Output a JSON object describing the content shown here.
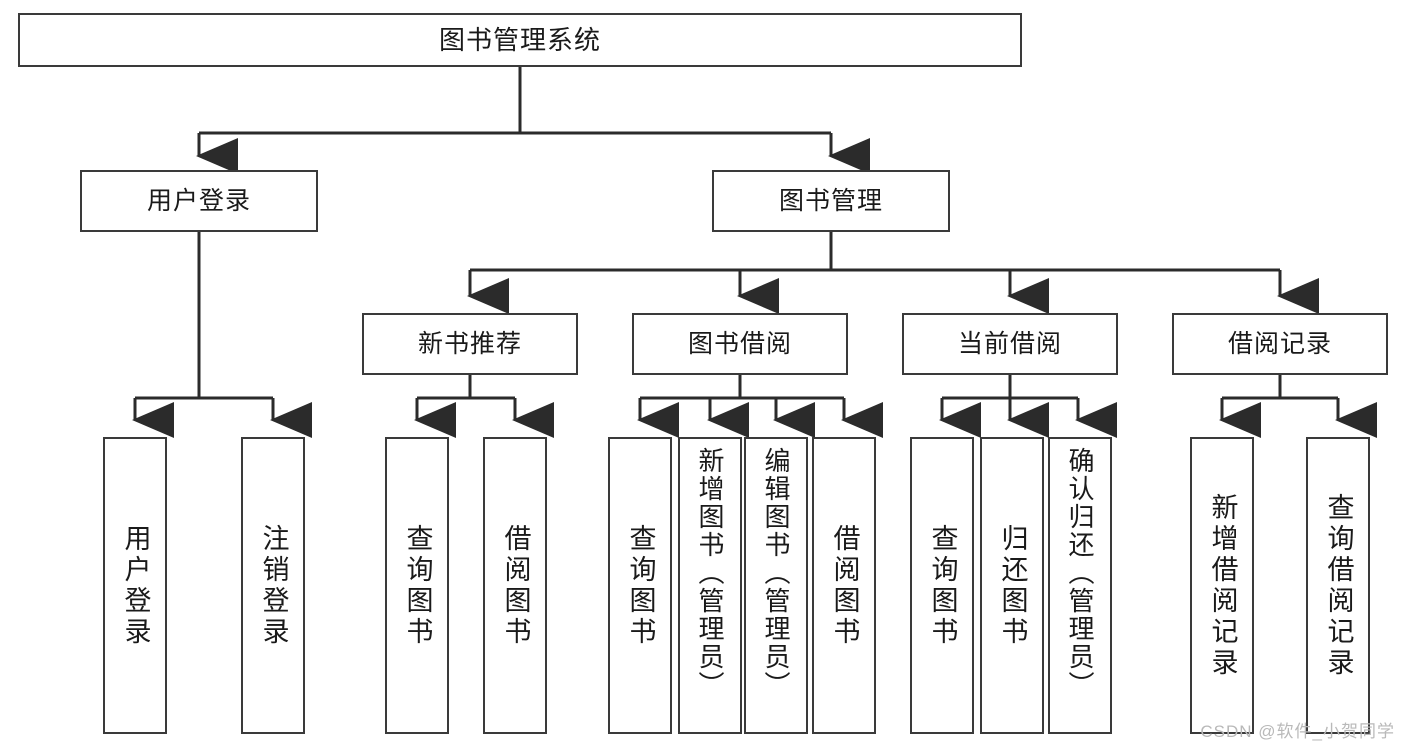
{
  "diagram": {
    "type": "tree",
    "title": "图书管理系统",
    "colors": {
      "box_border": "#3a3a3a",
      "box_fill": "#ffffff",
      "connector": "#2b2b2b",
      "text": "#1a1a1a",
      "watermark": "#b9b9b9"
    },
    "root": {
      "label": "图书管理系统"
    },
    "level1": [
      {
        "label": "用户登录"
      },
      {
        "label": "图书管理"
      }
    ],
    "level2": [
      {
        "label": "新书推荐"
      },
      {
        "label": "图书借阅"
      },
      {
        "label": "当前借阅"
      },
      {
        "label": "借阅记录"
      }
    ],
    "leaves": {
      "user_login": [
        {
          "label": "用户登录"
        },
        {
          "label": "注销登录"
        }
      ],
      "new_book_recommend": [
        {
          "label": "查询图书"
        },
        {
          "label": "借阅图书"
        }
      ],
      "book_borrow": [
        {
          "label": "查询图书"
        },
        {
          "label": "新增图书（管理员）"
        },
        {
          "label": "编辑图书（管理员）"
        },
        {
          "label": "借阅图书"
        }
      ],
      "current_borrow": [
        {
          "label": "查询图书"
        },
        {
          "label": "归还图书"
        },
        {
          "label": "确认归还（管理员）"
        }
      ],
      "borrow_record": [
        {
          "label": "新增借阅记录"
        },
        {
          "label": "查询借阅记录"
        }
      ]
    }
  },
  "watermark": {
    "text": "CSDN @软件_小贺同学"
  }
}
